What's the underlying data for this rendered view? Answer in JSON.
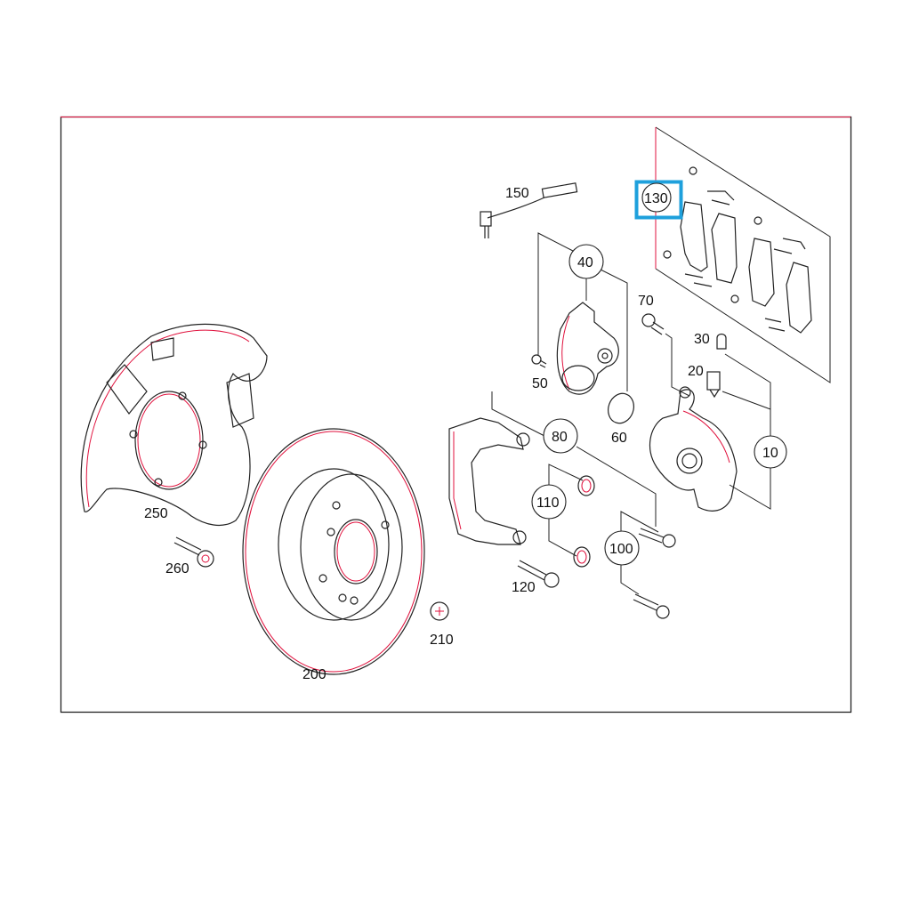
{
  "diagram": {
    "title": "Rear brake assembly parts diagram",
    "highlight_color": "#1ea0dc",
    "line_color": "#e0103c",
    "selected_part": "130",
    "callouts": {
      "p10": "10",
      "p20": "20",
      "p30": "30",
      "p40": "40",
      "p50": "50",
      "p60": "60",
      "p70": "70",
      "p80": "80",
      "p100": "100",
      "p110": "110",
      "p120": "120",
      "p130": "130",
      "p150": "150",
      "p200": "200",
      "p210": "210",
      "p250": "250",
      "p260": "260"
    }
  }
}
